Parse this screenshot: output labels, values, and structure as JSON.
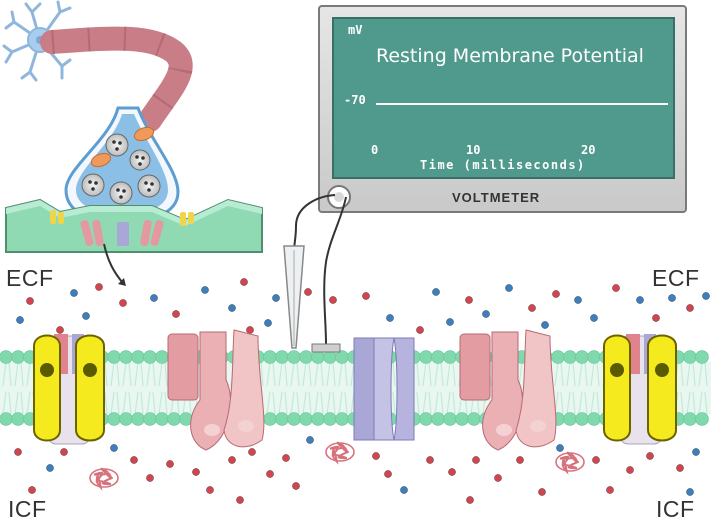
{
  "labels": {
    "ecf_left": "ECF",
    "ecf_right": "ECF",
    "icf_left": "ICF",
    "icf_right": "ICF"
  },
  "voltmeter": {
    "title": "Resting Membrane Potential",
    "unit": "mV",
    "y_tick": "-70",
    "x_ticks": [
      "0",
      "10",
      "20"
    ],
    "x_label": "Time (milliseconds)",
    "device_label": "VOLTMETER"
  },
  "colors": {
    "screen": "#4f9a8c",
    "case": "#dcdcdc",
    "bilayer_head": "#7fd9ac",
    "tail": "#cfeee0",
    "na_ion": "#d3444d",
    "k_ion": "#3b7fc0",
    "pump": "#f5ea1e",
    "channel": "#e8a4a8",
    "leak_channel": "#a9a7d6"
  },
  "icons": [
    "neuron-icon",
    "synapse-icon",
    "microelectrode-icon",
    "voltmeter-icon"
  ]
}
